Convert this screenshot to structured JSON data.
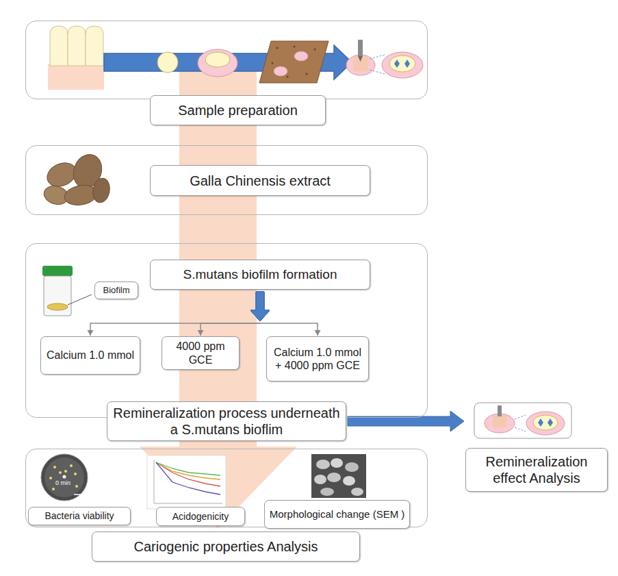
{
  "diagram": {
    "nodes": [
      {
        "text": [
          "Sample preparation"
        ]
      },
      {
        "text": [
          "Galla Chinensis extract"
        ]
      },
      {
        "text": [
          "Remineralization process underneath a S.mutans bioflim"
        ]
      },
      {
        "text": [
          "S.mutans biofilm formation"
        ],
        "in": 2
      },
      {
        "text": [
          "Biofilm"
        ],
        "in": 2
      },
      {
        "text": [
          "Calcium 1.0 mmol"
        ],
        "in": 2
      },
      {
        "text": [
          "4000 ppm GCE"
        ],
        "in": 2
      },
      {
        "text": [
          "Calcium 1.0 mmol + 4000 ppm GCE"
        ],
        "in": 2
      },
      {
        "text": [
          "Remineralization effect Analysis"
        ]
      },
      {
        "text": [
          "Cariogenic properties Analysis"
        ]
      },
      {
        "text": [
          "Bacteria viability"
        ],
        "in": 9
      },
      {
        "text": [
          "Acidogenicity"
        ],
        "in": 9
      },
      {
        "text": [
          "Morphological change (SEM )"
        ],
        "in": 9
      }
    ],
    "edges": [
      {
        "from": 3,
        "to": 5,
        "arrow": "to"
      },
      {
        "from": 3,
        "to": 6,
        "arrow": "to"
      },
      {
        "from": 3,
        "to": 7,
        "arrow": "to"
      },
      {
        "from": 2,
        "to": 8,
        "arrow": "to"
      }
    ],
    "labels": [
      "0 min"
    ]
  }
}
